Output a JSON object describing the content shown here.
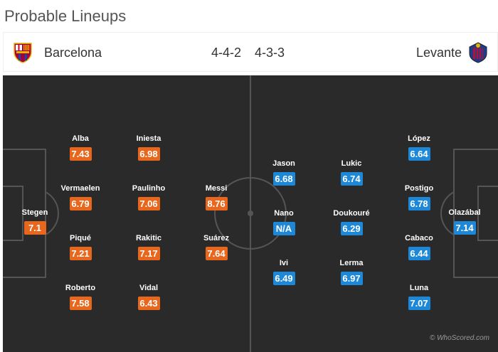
{
  "title": "Probable Lineups",
  "home": {
    "name": "Barcelona",
    "formation": "4-4-2",
    "crest_icon": "barcelona-crest-icon",
    "players": [
      {
        "name": "Stegen",
        "rating": "7.1"
      },
      {
        "name": "Alba",
        "rating": "7.43"
      },
      {
        "name": "Vermaelen",
        "rating": "6.79"
      },
      {
        "name": "Piqué",
        "rating": "7.21"
      },
      {
        "name": "Roberto",
        "rating": "7.58"
      },
      {
        "name": "Iniesta",
        "rating": "6.98"
      },
      {
        "name": "Paulinho",
        "rating": "7.06"
      },
      {
        "name": "Rakitic",
        "rating": "7.17"
      },
      {
        "name": "Vidal",
        "rating": "6.43"
      },
      {
        "name": "Messi",
        "rating": "8.76"
      },
      {
        "name": "Suárez",
        "rating": "7.64"
      }
    ]
  },
  "away": {
    "name": "Levante",
    "formation": "4-3-3",
    "crest_icon": "levante-crest-icon",
    "players": [
      {
        "name": "Jason",
        "rating": "6.68"
      },
      {
        "name": "Nano",
        "rating": "N/A"
      },
      {
        "name": "Ivi",
        "rating": "6.49"
      },
      {
        "name": "Lukic",
        "rating": "6.74"
      },
      {
        "name": "Doukouré",
        "rating": "6.29"
      },
      {
        "name": "Lerma",
        "rating": "6.97"
      },
      {
        "name": "López",
        "rating": "6.64"
      },
      {
        "name": "Postigo",
        "rating": "6.78"
      },
      {
        "name": "Cabaco",
        "rating": "6.44"
      },
      {
        "name": "Luna",
        "rating": "7.07"
      },
      {
        "name": "Olazábal",
        "rating": "7.14"
      }
    ]
  },
  "colors": {
    "home_rating": "#e8671c",
    "away_rating": "#1e88d8",
    "pitch": "#2a2a2a",
    "lines": "#555555"
  },
  "watermark": "© WhoScored.com"
}
